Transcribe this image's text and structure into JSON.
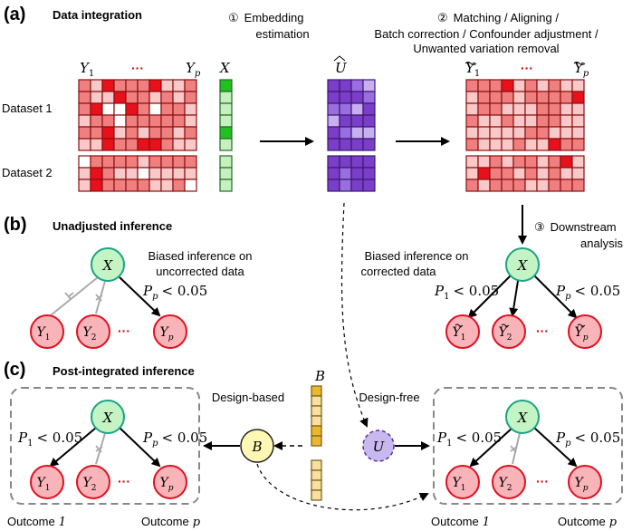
{
  "panels": {
    "a": {
      "letter": "(a)",
      "title": "Data integration"
    },
    "b": {
      "letter": "(b)",
      "title": "Unadjusted inference"
    },
    "c": {
      "letter": "(c)",
      "title": "Post-integrated inference"
    }
  },
  "steps": {
    "s1": {
      "num": "①",
      "line1": "Embedding",
      "line2": "estimation"
    },
    "s2": {
      "num": "②",
      "line1": "Matching / Aligning /",
      "line2": "Batch correction / Confounder adjustment /",
      "line3": "Unwanted variation removal"
    },
    "s3": {
      "num": "③",
      "line1": "Downstream",
      "line2": "analysis"
    }
  },
  "datasets": {
    "d1": "Dataset 1",
    "d2": "Dataset 2"
  },
  "matrix_labels": {
    "y1": "Y",
    "y1_sub": "1",
    "dots": "···",
    "yp": "Y",
    "yp_sub": "p",
    "x": "X",
    "u": "U",
    "yt1": "Y",
    "yt1_sub": "1",
    "ytp": "Y",
    "ytp_sub": "p"
  },
  "notes": {
    "biased_uncorrected": [
      "Biased inference on",
      "uncorrected data"
    ],
    "biased_corrected": [
      "Biased inference on",
      "corrected data"
    ],
    "design_based": "Design-based",
    "design_free": "Design-free",
    "b_label": "B"
  },
  "nodes": {
    "x": "X",
    "y": "Y",
    "sub1": "1",
    "sub2": "2",
    "subp": "p",
    "dots": "···",
    "b": "B",
    "u": "U"
  },
  "pvals": {
    "p1": "P",
    "p1_sub": "1",
    "pp": "P",
    "pp_sub": "p",
    "cond": "< 0.05"
  },
  "outcomes": {
    "o1_word": "Outcome",
    "o1_var": "1",
    "op_word": "Outcome",
    "op_var": "p"
  },
  "colors": {
    "red_dark": "#e8101a",
    "red_mid": "#f08080",
    "red_light": "#f9c8c8",
    "green_dark": "#22c022",
    "green_light": "#c6f0c0",
    "purple_dark": "#7a3ec8",
    "purple_light": "#c8b0f0",
    "gold": "#e8b830",
    "gold_light": "#f8e0a0",
    "node_y": "#f8b4b8",
    "node_x": "#c4f4c4",
    "node_b": "#fff8b4",
    "node_u": "#c8b8f0"
  }
}
